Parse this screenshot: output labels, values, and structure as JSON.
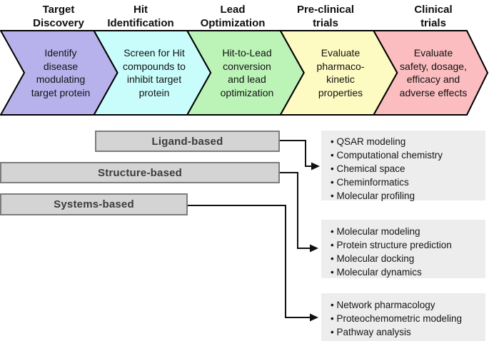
{
  "pipeline": {
    "stages": [
      {
        "title": "Target\nDiscovery",
        "description": "Identify\ndisease\nmodulating\ntarget protein",
        "color": "#b8b2ec"
      },
      {
        "title": "Hit\nIdentification",
        "description": "Screen for Hit\ncompounds to\ninhibit target\nprotein",
        "color": "#c8fdfb"
      },
      {
        "title": "Lead\nOptimization",
        "description": "Hit-to-Lead\nconversion\nand lead\noptimization",
        "color": "#bcf4b8"
      },
      {
        "title": "Pre-clinical\ntrials",
        "description": "Evaluate\npharmaco-\nkinetic\nproperties",
        "color": "#fdfbc2"
      },
      {
        "title": "Clinical\ntrials",
        "description": "Evaluate\nsafety, dosage,\nefficacy and\nadverse effects",
        "color": "#fbbdc0"
      }
    ]
  },
  "approaches": [
    {
      "label": "Ligand-based",
      "methods": [
        "QSAR modeling",
        "Computational chemistry",
        "Chemical space",
        "Cheminformatics",
        "Molecular profiling"
      ]
    },
    {
      "label": "Structure-based",
      "methods": [
        "Molecular modeling",
        "Protein structure prediction",
        "Molecular docking",
        "Molecular dynamics"
      ]
    },
    {
      "label": "Systems-based",
      "methods": [
        "Network pharmacology",
        "Proteochemometric modeling",
        "Pathway analysis"
      ]
    }
  ],
  "style": {
    "line_color": "#111111",
    "box_fill": "#d4d4d4",
    "box_border": "#7d7d7d",
    "list_fill": "#ededed"
  }
}
